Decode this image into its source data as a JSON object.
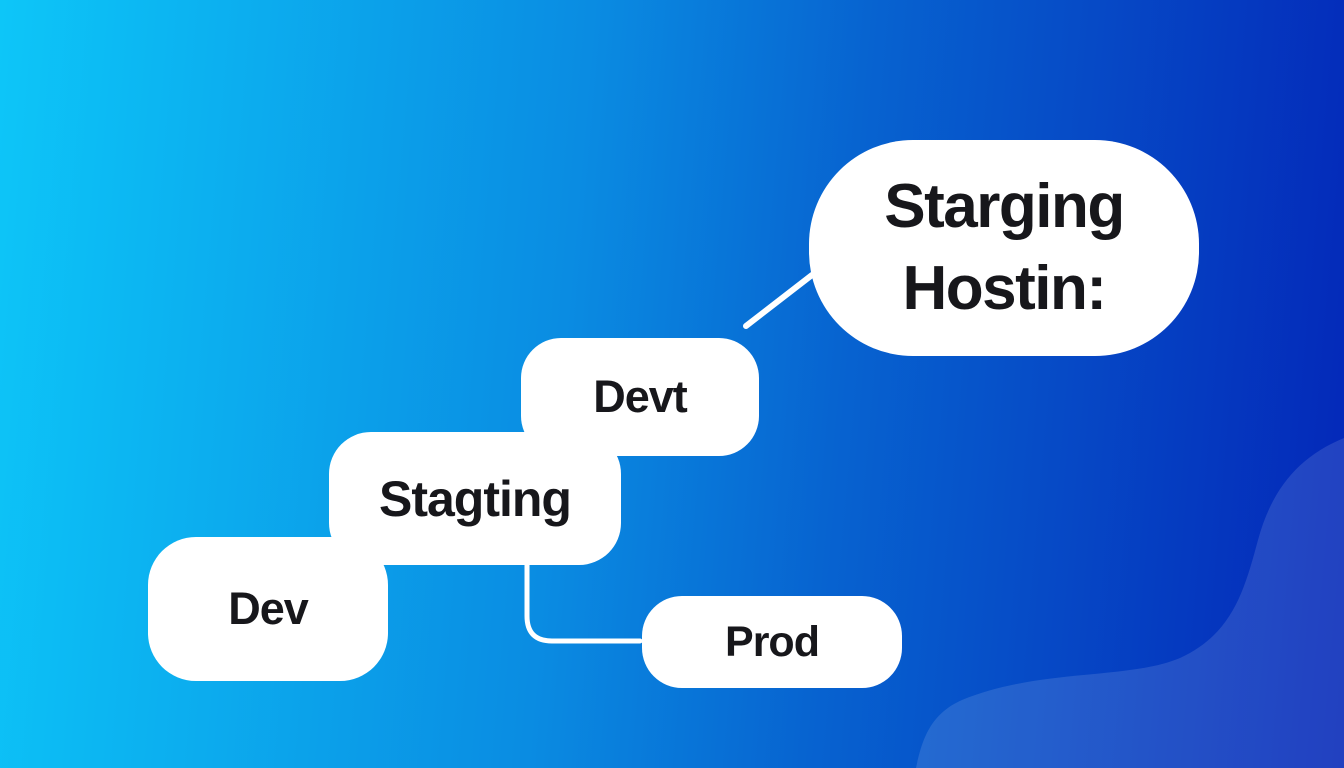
{
  "background": {
    "gradient_start": "#0dc6f8",
    "gradient_end": "#0426b8",
    "blob_overlay": "rgba(255,255,255,0.12)"
  },
  "bubble": {
    "line1": "Starging",
    "line2": "Hostin:"
  },
  "nodes": {
    "devt": "Devt",
    "stagting": "Stagting",
    "dev": "Dev",
    "prod": "Prod"
  },
  "connectors": [
    {
      "from": "stagting",
      "to": "prod",
      "style": "elbow"
    },
    {
      "from": "devt",
      "to": "bubble",
      "style": "diagonal"
    }
  ],
  "colors": {
    "node_fill": "#ffffff",
    "text": "#17171b",
    "connector": "#ffffff"
  }
}
